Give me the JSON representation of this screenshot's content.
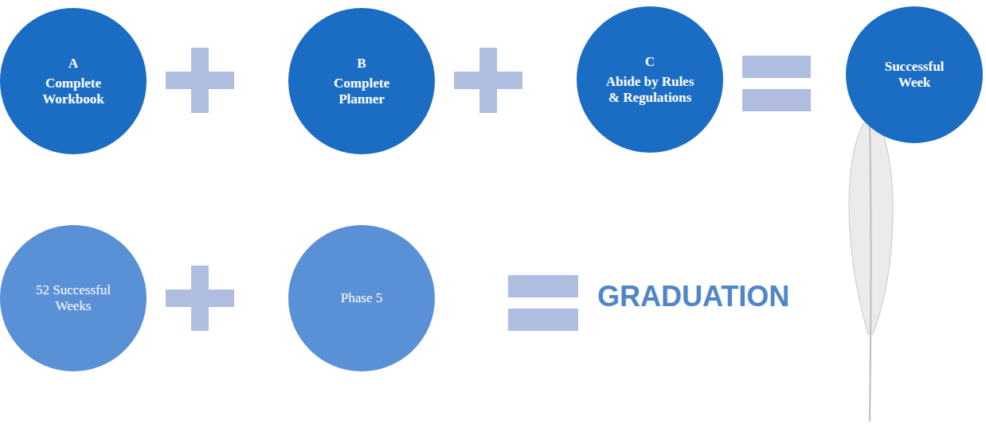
{
  "diagram": {
    "nodes": [
      {
        "text": [
          "A",
          "Complete Workbook"
        ]
      },
      {
        "text": [
          "B",
          "Complete Planner"
        ]
      },
      {
        "text": [
          "C",
          "Abide by Rules & Regulations"
        ]
      },
      {
        "text": [
          "Successful Week"
        ]
      },
      {
        "text": [
          "52 Successful Weeks"
        ]
      },
      {
        "text": [
          "Phase 5"
        ]
      }
    ],
    "labels": [
      "GRADUATION"
    ]
  }
}
